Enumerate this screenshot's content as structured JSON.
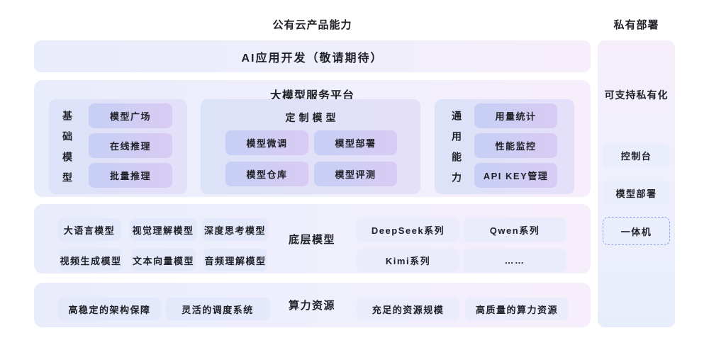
{
  "headers": {
    "public_cloud": "公有云产品能力",
    "private_deploy": "私有部署"
  },
  "banner": {
    "label": "AI应用开发（敬请期待）"
  },
  "platform": {
    "title": "大模型服务平台",
    "base_models": {
      "label": "基础模型",
      "items": [
        "模型广场",
        "在线推理",
        "批量推理"
      ]
    },
    "custom_models": {
      "title": "定制模型",
      "items": [
        "模型微调",
        "模型部署",
        "模型仓库",
        "模型评测"
      ]
    },
    "common_capabilities": {
      "label": "通用能力",
      "items": [
        "用量统计",
        "性能监控",
        "API KEY管理"
      ]
    }
  },
  "foundation_models": {
    "label": "底层模型",
    "categories": [
      "大语言模型",
      "视觉理解模型",
      "深度思考模型",
      "视频生成模型",
      "文本向量模型",
      "音频理解模型"
    ],
    "series": [
      "DeepSeek系列",
      "Qwen系列",
      "Kimi系列",
      "……"
    ]
  },
  "compute": {
    "label": "算力资源",
    "items": [
      "高稳定的架构保障",
      "灵活的调度系统",
      "充足的资源规模",
      "高质量的算力资源"
    ]
  },
  "private_deployment": {
    "title": "可支持私有化",
    "items": [
      "控制台",
      "模型部署",
      "一体机"
    ]
  },
  "colors": {
    "chip_gradient_start": "#c6cff4",
    "chip_gradient_end": "#d9cbf3",
    "panel_gradient_start": "#e9ecfb",
    "panel_gradient_end": "#f7eefb",
    "subpanel_bg_start": "#dce2f8",
    "subpanel_bg_end": "#e5e0f9",
    "flat_chip_bg": "#e3e8fa",
    "sidebar_chip_bg": "#e9edfc",
    "dashed_border": "#8fa0ee",
    "text": "#1f2026",
    "background": "#ffffff"
  }
}
